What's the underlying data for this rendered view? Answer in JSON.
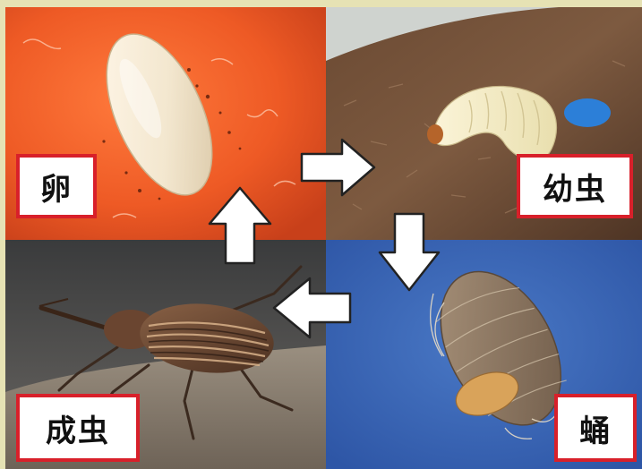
{
  "stages": {
    "egg": "卵",
    "larva": "幼虫",
    "pupa": "蛹",
    "adult": "成虫"
  },
  "cycle_order": [
    "egg",
    "larva",
    "pupa",
    "adult"
  ],
  "colors": {
    "label_border": "#d8202a",
    "label_bg": "#ffffff",
    "arrow_fill": "#ffffff",
    "arrow_stroke": "#222222"
  },
  "icons": {
    "right": "arrow-right-icon",
    "down": "arrow-down-icon",
    "left": "arrow-left-icon",
    "up": "arrow-up-icon"
  }
}
